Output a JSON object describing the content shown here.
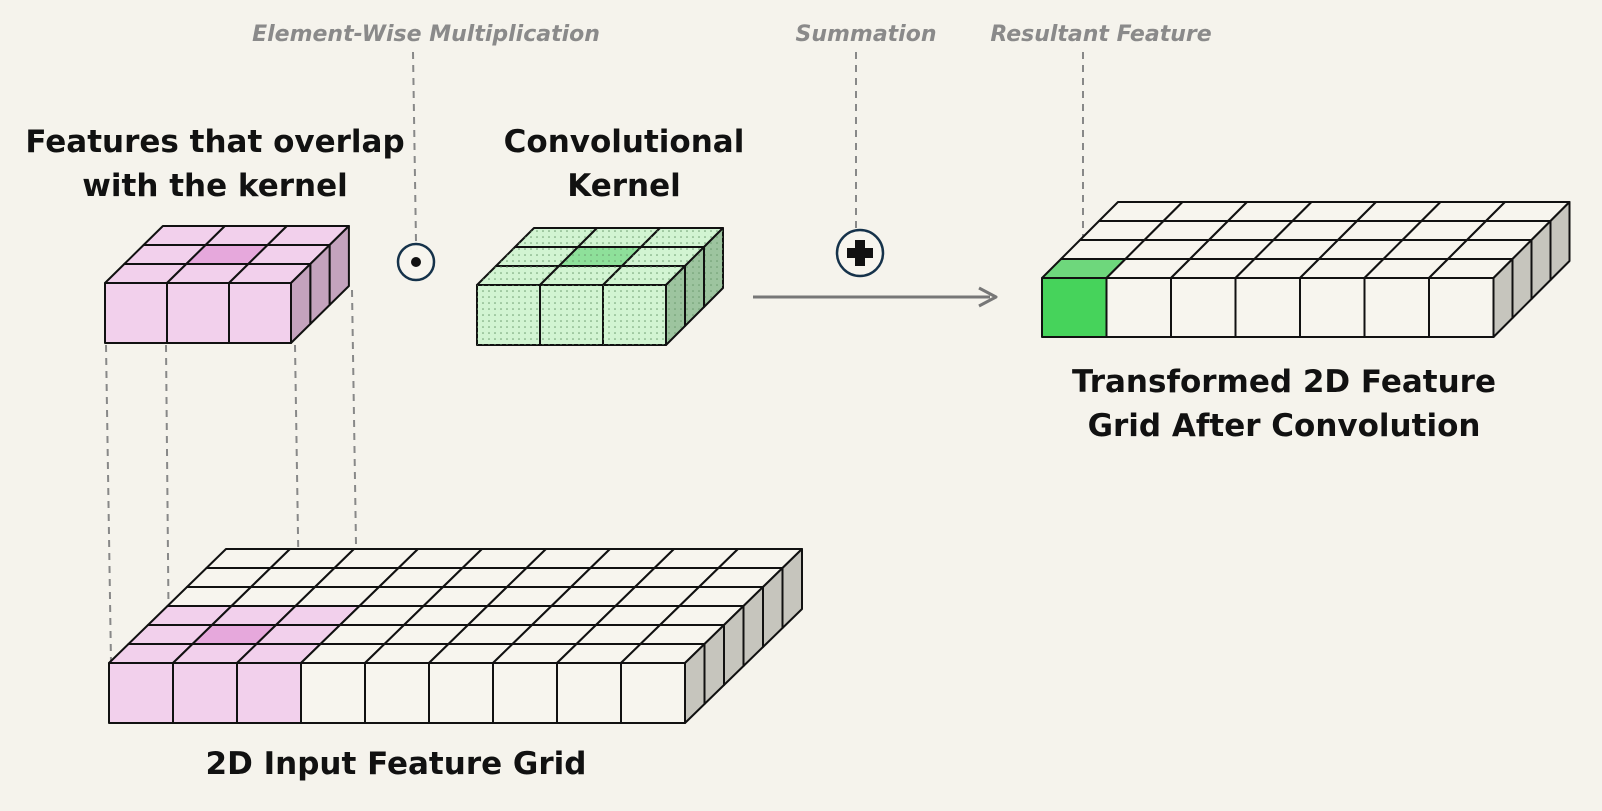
{
  "annotations": {
    "multiply": "Element-Wise Multiplication",
    "sum": "Summation",
    "result": "Resultant Feature"
  },
  "titles": {
    "overlap_line1": "Features that overlap",
    "overlap_line2": "with the kernel",
    "kernel_line1": "Convolutional",
    "kernel_line2": "Kernel",
    "output_line1": "Transformed 2D Feature",
    "output_line2": "Grid After Convolution",
    "input": "2D Input Feature Grid"
  },
  "operators": {
    "multiply_icon": "circled-dot-icon",
    "sum_icon": "circled-plus-icon"
  },
  "grids": {
    "overlap": {
      "cols": 3,
      "rows": 3
    },
    "kernel": {
      "cols": 3,
      "rows": 3
    },
    "input": {
      "cols": 9,
      "rows": 6
    },
    "output": {
      "cols": 7,
      "rows": 4
    }
  },
  "colors": {
    "background": "#f5f3ec",
    "pink_top": "#f2d0ec",
    "pink_center": "#e6a8dc",
    "pink_front": "#f2d0ec",
    "pink_side": "#c4a3bd",
    "green_top": "#d2f4d2",
    "green_center": "#8ee09a",
    "green_side": "#9dc49f",
    "result_green": "#46d35b",
    "result_green_top": "#6ed77c",
    "neutral_face": "#f7f5ee",
    "neutral_side": "#c6c5bd",
    "arrow": "#777777"
  }
}
